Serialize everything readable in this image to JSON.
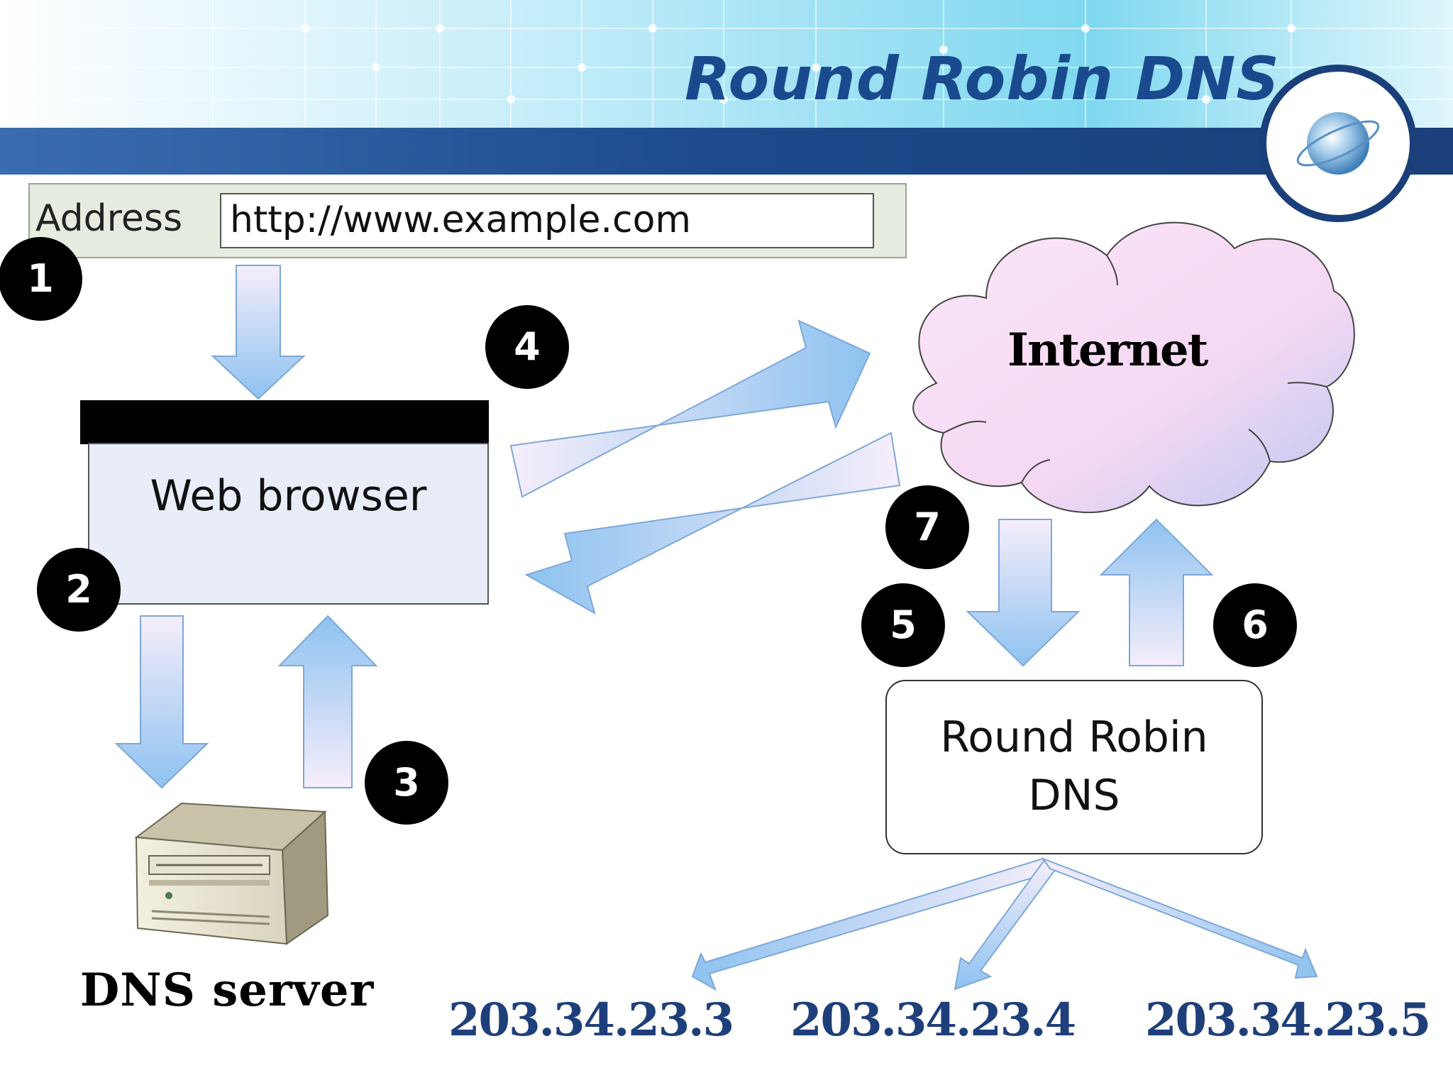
{
  "slide": {
    "title": "Round Robin DNS",
    "address_label": "Address",
    "address_value": "http://www.example.com",
    "browser_label": "Web browser",
    "internet_label": "Internet",
    "dns_server_label": "DNS server",
    "rr_dns_line1": "Round Robin",
    "rr_dns_line2": "DNS",
    "ips": [
      "203.34.23.3",
      "203.34.23.4",
      "203.34.23.5"
    ],
    "steps": [
      "1",
      "2",
      "3",
      "4",
      "5",
      "6",
      "7"
    ]
  },
  "colors": {
    "title": "#1a4a8e",
    "banner": "#1f4a8a",
    "ip_text": "#1f3f7a",
    "arrow_fill_light": "#f3ecfb",
    "arrow_fill_blue": "#9cc8f0",
    "arrow_stroke": "#7da8d8",
    "cloud_fill": "#f7ddf4"
  }
}
